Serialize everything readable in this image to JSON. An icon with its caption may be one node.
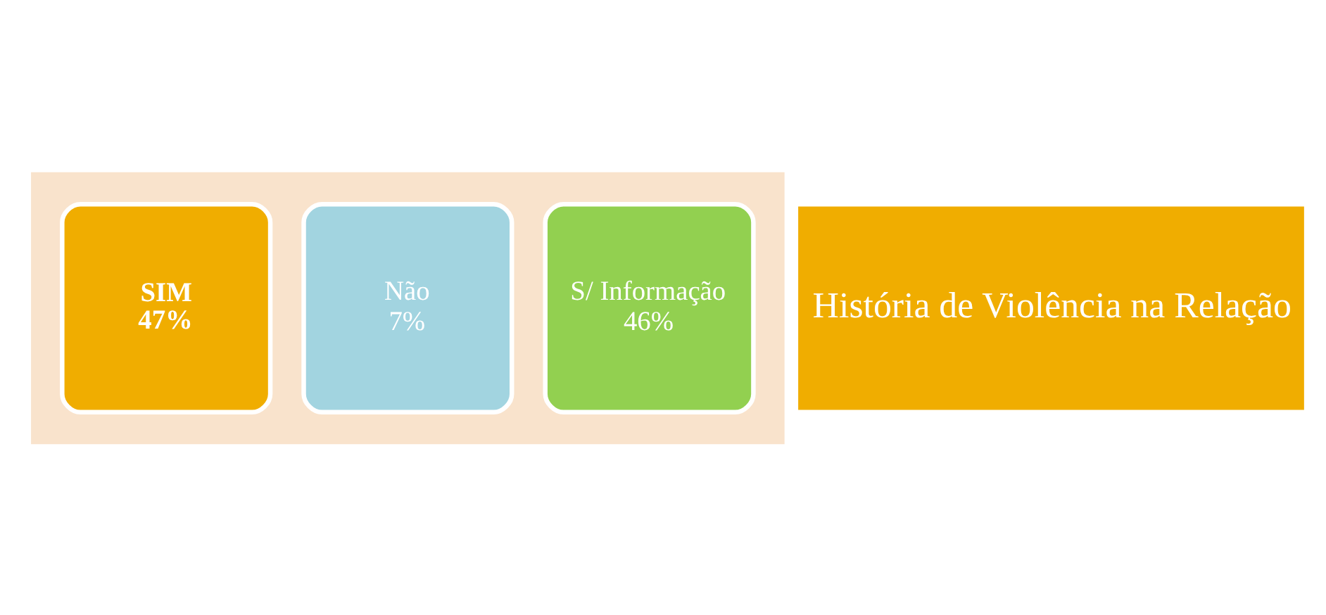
{
  "diagram": {
    "nodes": [
      {
        "text": [],
        "shape": "arrow"
      },
      {
        "text": [
          "SIM",
          "47%"
        ],
        "in": 0
      },
      {
        "text": [
          "Não",
          "7%"
        ],
        "in": 0
      },
      {
        "text": [
          "S/ Informação",
          "46%"
        ],
        "in": 0
      },
      {
        "text": [
          "História de Violência na Relação"
        ]
      }
    ],
    "edges": []
  }
}
